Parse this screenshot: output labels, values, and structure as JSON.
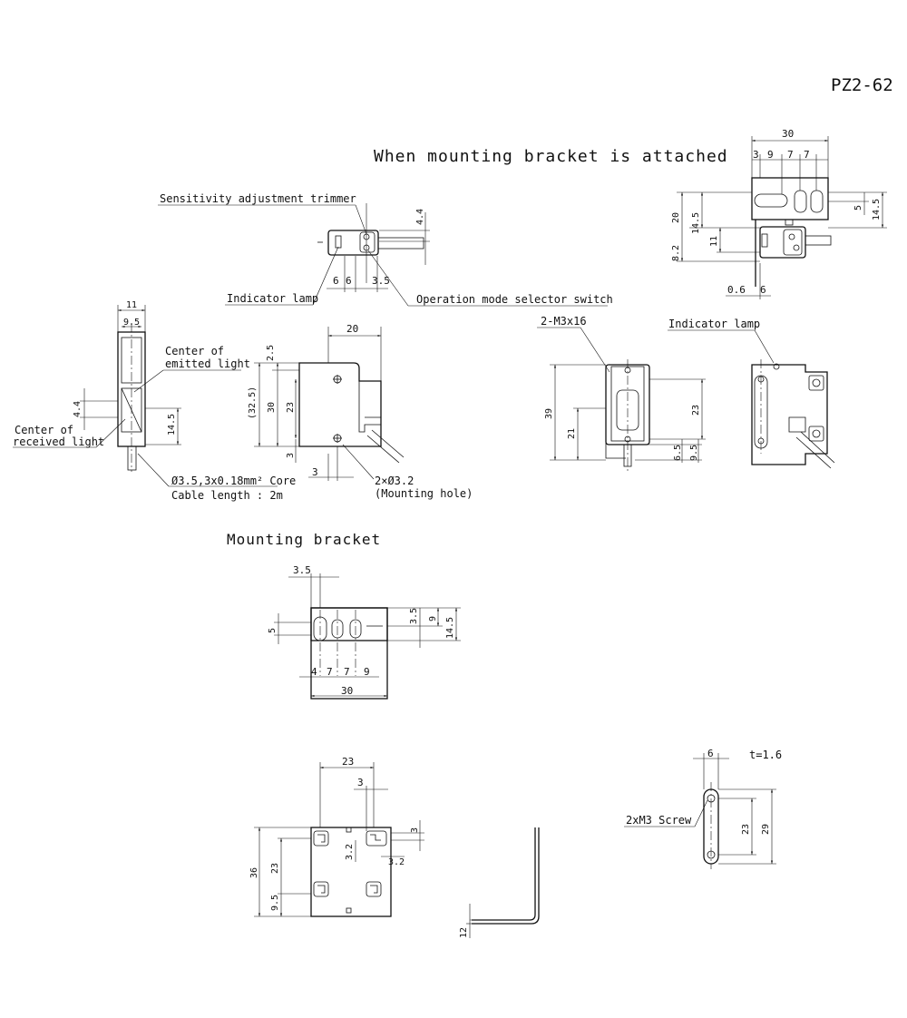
{
  "model": "PZ2-62",
  "headings": {
    "bracket_attached": "When mounting bracket is attached",
    "mounting_bracket": "Mounting bracket"
  },
  "callouts": {
    "sensitivity_trimmer": "Sensitivity adjustment trimmer",
    "indicator_lamp": "Indicator lamp",
    "operation_switch": "Operation mode selector switch",
    "center_emitted_1": "Center of",
    "center_emitted_2": "emitted light",
    "center_received_1": "Center of",
    "center_received_2": "received light",
    "cable_1": "Ø3.5,3x0.18mm² Core",
    "cable_2": "Cable length : 2m",
    "mounting_hole_1": "2×Ø3.2",
    "mounting_hole_2": "(Mounting hole)",
    "screws": "2-M3x16",
    "indicator_lamp_2": "Indicator lamp",
    "bracket_screw": "2xM3 Screw",
    "thickness": "t=1.6"
  },
  "dims": {
    "top_4_4": "4.4",
    "top_6a": "6",
    "top_6b": "6",
    "top_3_5": "3.5",
    "side_11": "11",
    "side_9_5": "9.5",
    "side_4_4": "4.4",
    "side_14_5": "14.5",
    "front_20": "20",
    "front_2_5": "2.5",
    "front_32_5": "(32.5)",
    "front_30": "30",
    "front_23": "23",
    "front_3": "3",
    "front_3b": "3",
    "att_30": "30",
    "att_3": "3",
    "att_9": "9",
    "att_7a": "7",
    "att_7b": "7",
    "att_20": "20",
    "att_14_5": "14.5",
    "att_11": "11",
    "att_8_2": "8.2",
    "att_5": "5",
    "att_14_5b": "14.5",
    "att_0_6": "0.6",
    "att_6": "6",
    "att2_39": "39",
    "att2_21": "21",
    "att2_23": "23",
    "att2_6_5": "6.5",
    "att2_9_5": "9.5",
    "mb_3_5": "3.5",
    "mb_5": "5",
    "mb_3_5b": "3.5",
    "mb_9": "9",
    "mb_14_5": "14.5",
    "mb_4": "4",
    "mb_7a": "7",
    "mb_7b": "7",
    "mb_9b": "9",
    "mb_30": "30",
    "mb2_23": "23",
    "mb2_3": "3",
    "mb2_3b": "3",
    "mb2_36": "36",
    "mb2_23b": "23",
    "mb2_9_5": "9.5",
    "mb2_3_2a": "3.2",
    "mb2_3_2b": "3.2",
    "mb2_12": "12",
    "mb3_6": "6",
    "mb3_23": "23",
    "mb3_29": "29"
  }
}
